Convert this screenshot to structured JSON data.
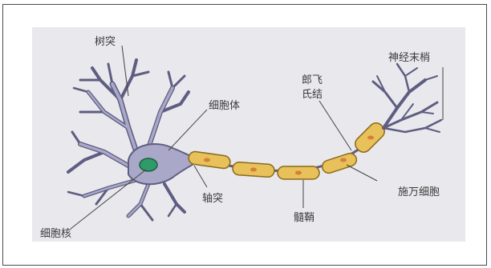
{
  "diagram": {
    "labels": {
      "dendrite": "树突",
      "cell_body": "细胞体",
      "nucleus": "细胞核",
      "axon": "轴突",
      "myelin_sheath": "髓鞘",
      "node_of_ranvier_line1": "郎飞",
      "node_of_ranvier_line2": "氏结",
      "schwann_cell": "施万细胞",
      "nerve_ending": "神经末梢"
    },
    "colors": {
      "neuron_body": "#a9a8c8",
      "neuron_outline": "#5e5d82",
      "nucleus": "#2f9a6a",
      "myelin_fill": "#e8c15a",
      "myelin_outline": "#8a6a1a",
      "schwann_nucleus": "#d4803a",
      "panel_bg": "#e9e9ed",
      "label_line": "#444444"
    }
  }
}
